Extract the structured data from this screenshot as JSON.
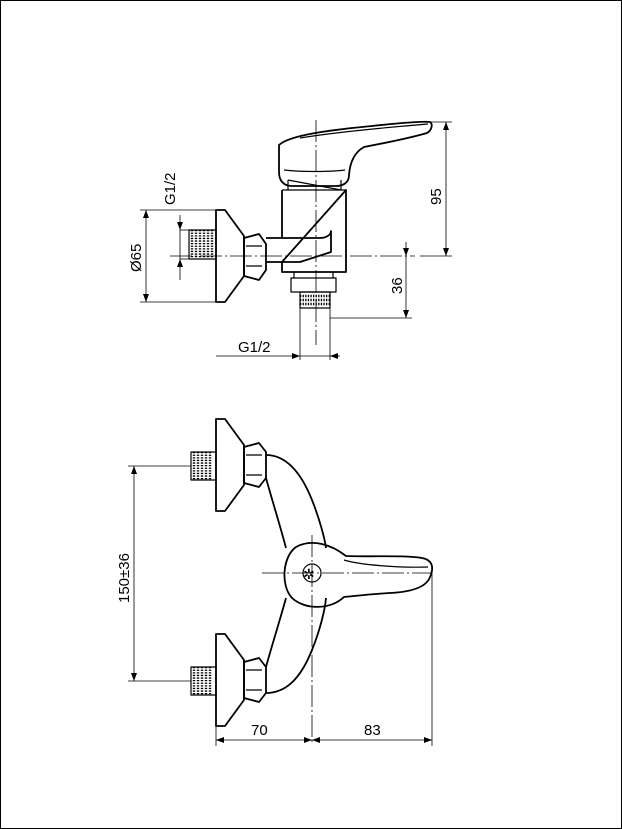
{
  "dimensions": {
    "thread_side": "G1/2",
    "diameter": "Ø65",
    "thread_bottom": "G1/2",
    "height_95": "95",
    "height_36": "36",
    "spacing": "150±36",
    "depth_70": "70",
    "depth_83": "83"
  },
  "colors": {
    "line": "#000000",
    "background": "#ffffff"
  }
}
